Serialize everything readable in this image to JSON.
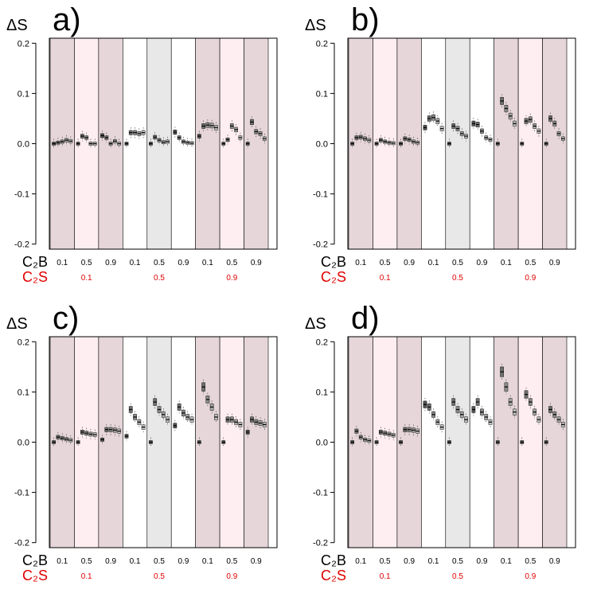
{
  "colors": {
    "band_dark": "#e6d6d9",
    "band_light": "#ffeef1",
    "band_white": "#ffffff",
    "band_gray": "#e8e8e8",
    "cs_label": "#e00000",
    "group_colors": [
      "#555555",
      "#6f6f6f",
      "#8a8a8a",
      "#a4a4a4",
      "#bfbfbf"
    ]
  },
  "shared": {
    "ylabel": "ΔS",
    "yticks": [
      "-0.2",
      "-0.1",
      "0.0",
      "0.1",
      "0.2"
    ],
    "ytick_values": [
      -0.2,
      -0.1,
      0.0,
      0.1,
      0.2
    ],
    "ylim": [
      -0.21,
      0.21
    ],
    "cb_row_label": "C₂B",
    "cs_row_label": "C₂S",
    "cb_ticks": [
      "0.1",
      "0.5",
      "0.9",
      "0.1",
      "0.5",
      "0.9",
      "0.1",
      "0.5",
      "0.9"
    ],
    "cs_ticks": [
      "0.1",
      "0.5",
      "0.9"
    ],
    "band_colors": [
      "band_dark",
      "band_light",
      "band_dark",
      "band_white",
      "band_gray",
      "band_white",
      "band_dark",
      "band_light",
      "band_dark"
    ]
  },
  "chart_data": [
    {
      "type": "box",
      "panel": "a)",
      "ylabel": "ΔS",
      "x_outer": "C₂S",
      "x_inner": "C₂B",
      "ylim": [
        -0.21,
        0.21
      ],
      "bands": [
        {
          "c2s": "0.1",
          "c2b": "0.1",
          "medians": [
            0.0,
            0.002,
            0.004,
            0.007,
            0.005
          ]
        },
        {
          "c2s": "0.1",
          "c2b": "0.5",
          "medians": [
            0.0,
            0.015,
            0.012,
            0.0,
            0.0
          ]
        },
        {
          "c2s": "0.1",
          "c2b": "0.9",
          "medians": [
            0.016,
            0.012,
            0.0,
            0.005,
            0.0
          ]
        },
        {
          "c2s": "0.5",
          "c2b": "0.1",
          "medians": [
            0.0,
            0.022,
            0.022,
            0.02,
            0.022
          ]
        },
        {
          "c2s": "0.5",
          "c2b": "0.5",
          "medians": [
            0.0,
            0.013,
            0.007,
            0.003,
            0.004
          ]
        },
        {
          "c2s": "0.5",
          "c2b": "0.9",
          "medians": [
            0.023,
            0.012,
            0.004,
            0.002,
            0.001
          ]
        },
        {
          "c2s": "0.9",
          "c2b": "0.1",
          "medians": [
            0.015,
            0.035,
            0.037,
            0.036,
            0.032
          ]
        },
        {
          "c2s": "0.9",
          "c2b": "0.5",
          "medians": [
            0.0,
            0.008,
            0.035,
            0.028,
            0.012
          ]
        },
        {
          "c2s": "0.9",
          "c2b": "0.9",
          "medians": [
            0.0,
            0.043,
            0.024,
            0.02,
            0.01
          ]
        }
      ]
    },
    {
      "type": "box",
      "panel": "b)",
      "ylabel": "ΔS",
      "x_outer": "C₂S",
      "x_inner": "C₂B",
      "ylim": [
        -0.21,
        0.21
      ],
      "bands": [
        {
          "c2s": "0.1",
          "c2b": "0.1",
          "medians": [
            0.0,
            0.012,
            0.013,
            0.01,
            0.007
          ]
        },
        {
          "c2s": "0.1",
          "c2b": "0.5",
          "medians": [
            0.0,
            0.007,
            0.004,
            0.002,
            0.001
          ]
        },
        {
          "c2s": "0.1",
          "c2b": "0.9",
          "medians": [
            0.0,
            0.01,
            0.008,
            0.004,
            0.002
          ]
        },
        {
          "c2s": "0.5",
          "c2b": "0.1",
          "medians": [
            0.032,
            0.05,
            0.052,
            0.045,
            0.03
          ]
        },
        {
          "c2s": "0.5",
          "c2b": "0.5",
          "medians": [
            0.0,
            0.035,
            0.03,
            0.02,
            0.015
          ]
        },
        {
          "c2s": "0.5",
          "c2b": "0.9",
          "medians": [
            0.04,
            0.038,
            0.025,
            0.012,
            0.008
          ]
        },
        {
          "c2s": "0.9",
          "c2b": "0.1",
          "medians": [
            0.0,
            0.085,
            0.07,
            0.055,
            0.04
          ]
        },
        {
          "c2s": "0.9",
          "c2b": "0.5",
          "medians": [
            0.0,
            0.045,
            0.048,
            0.035,
            0.025
          ]
        },
        {
          "c2s": "0.9",
          "c2b": "0.9",
          "medians": [
            0.0,
            0.05,
            0.04,
            0.02,
            0.01
          ]
        }
      ]
    },
    {
      "type": "box",
      "panel": "c)",
      "ylabel": "ΔS",
      "x_outer": "C₂S",
      "x_inner": "C₂B",
      "ylim": [
        -0.21,
        0.21
      ],
      "bands": [
        {
          "c2s": "0.1",
          "c2b": "0.1",
          "medians": [
            0.0,
            0.01,
            0.008,
            0.006,
            0.004
          ]
        },
        {
          "c2s": "0.1",
          "c2b": "0.5",
          "medians": [
            0.0,
            0.02,
            0.018,
            0.016,
            0.015
          ]
        },
        {
          "c2s": "0.1",
          "c2b": "0.9",
          "medians": [
            0.005,
            0.025,
            0.025,
            0.024,
            0.022
          ]
        },
        {
          "c2s": "0.5",
          "c2b": "0.1",
          "medians": [
            0.012,
            0.065,
            0.05,
            0.04,
            0.03
          ]
        },
        {
          "c2s": "0.5",
          "c2b": "0.5",
          "medians": [
            0.0,
            0.08,
            0.065,
            0.055,
            0.045
          ]
        },
        {
          "c2s": "0.5",
          "c2b": "0.9",
          "medians": [
            0.033,
            0.07,
            0.058,
            0.05,
            0.045
          ]
        },
        {
          "c2s": "0.9",
          "c2b": "0.1",
          "medians": [
            0.0,
            0.11,
            0.085,
            0.07,
            0.05
          ]
        },
        {
          "c2s": "0.9",
          "c2b": "0.5",
          "medians": [
            0.0,
            0.045,
            0.045,
            0.04,
            0.035
          ]
        },
        {
          "c2s": "0.9",
          "c2b": "0.9",
          "medians": [
            0.02,
            0.045,
            0.04,
            0.038,
            0.035
          ]
        }
      ]
    },
    {
      "type": "box",
      "panel": "d)",
      "ylabel": "ΔS",
      "x_outer": "C₂S",
      "x_inner": "C₂B",
      "ylim": [
        -0.21,
        0.21
      ],
      "bands": [
        {
          "c2s": "0.1",
          "c2b": "0.1",
          "medians": [
            0.0,
            0.022,
            0.01,
            0.005,
            0.003
          ]
        },
        {
          "c2s": "0.1",
          "c2b": "0.5",
          "medians": [
            0.0,
            0.02,
            0.018,
            0.016,
            0.014
          ]
        },
        {
          "c2s": "0.1",
          "c2b": "0.9",
          "medians": [
            0.0,
            0.025,
            0.025,
            0.024,
            0.022
          ]
        },
        {
          "c2s": "0.5",
          "c2b": "0.1",
          "medians": [
            0.075,
            0.07,
            0.055,
            0.04,
            0.03
          ]
        },
        {
          "c2s": "0.5",
          "c2b": "0.5",
          "medians": [
            0.0,
            0.08,
            0.065,
            0.055,
            0.045
          ]
        },
        {
          "c2s": "0.5",
          "c2b": "0.9",
          "medians": [
            0.065,
            0.08,
            0.06,
            0.05,
            0.04
          ]
        },
        {
          "c2s": "0.9",
          "c2b": "0.1",
          "medians": [
            0.0,
            0.14,
            0.11,
            0.08,
            0.06
          ]
        },
        {
          "c2s": "0.9",
          "c2b": "0.5",
          "medians": [
            0.0,
            0.095,
            0.08,
            0.06,
            0.045
          ]
        },
        {
          "c2s": "0.9",
          "c2b": "0.9",
          "medians": [
            0.0,
            0.065,
            0.055,
            0.045,
            0.035
          ]
        }
      ]
    }
  ]
}
